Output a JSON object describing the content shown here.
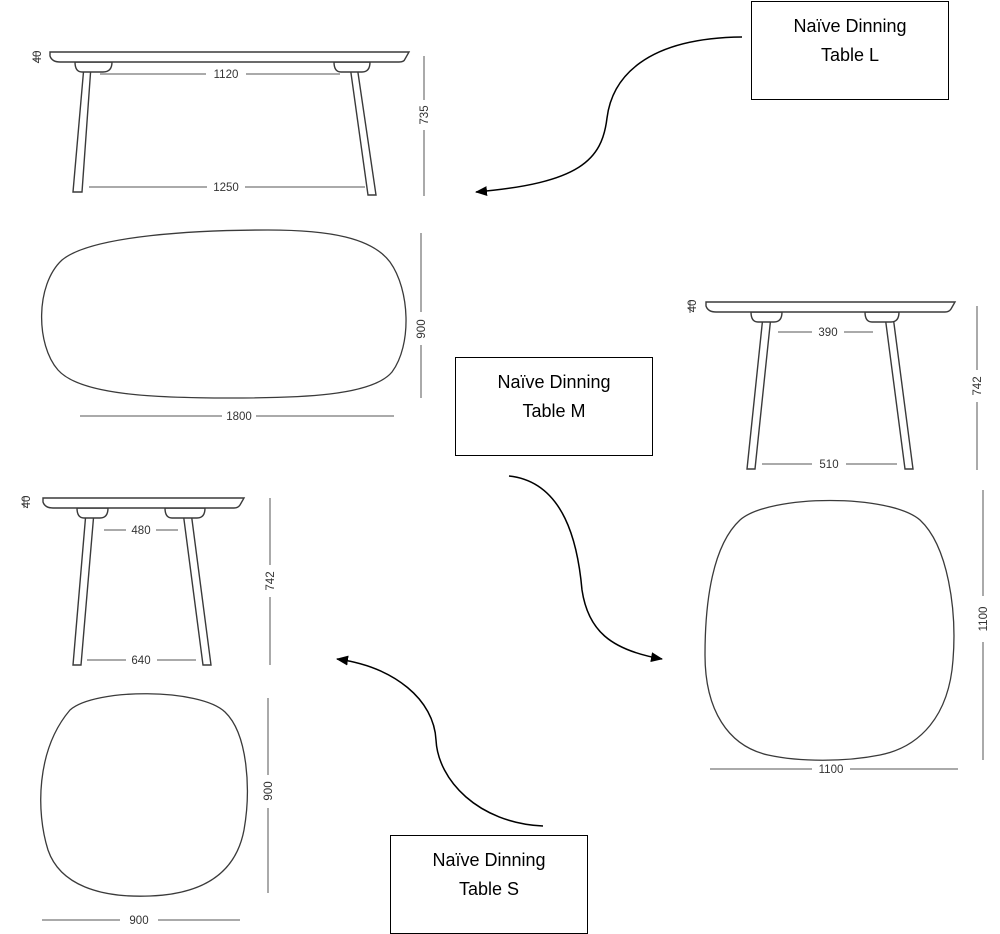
{
  "labels": {
    "large": {
      "line1": "Naïve Dinning",
      "line2": "Table L"
    },
    "medium": {
      "line1": "Naïve Dinning",
      "line2": "Table M"
    },
    "small": {
      "line1": "Naïve Dinning",
      "line2": "Table S"
    }
  },
  "dims": {
    "large": {
      "top_thickness": "40",
      "inner_top": "1120",
      "inner_bottom": "1250",
      "height": "735",
      "depth": "900",
      "length": "1800"
    },
    "medium": {
      "top_thickness": "40",
      "inner_top": "390",
      "inner_bottom": "510",
      "height": "742",
      "depth": "1100",
      "width": "1100"
    },
    "small": {
      "top_thickness": "40",
      "inner_top": "480",
      "inner_bottom": "640",
      "height": "742",
      "depth": "900",
      "width": "900"
    }
  },
  "colors": {
    "line": "#3a3a3a",
    "text": "#333333",
    "border": "#000000"
  }
}
